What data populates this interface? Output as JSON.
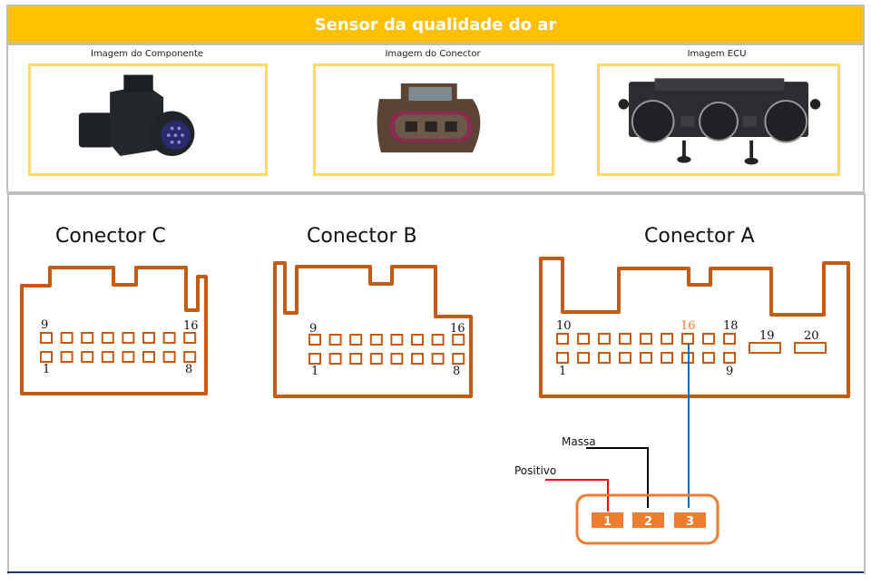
{
  "title": "Sensor da qualidade do ar",
  "images": [
    {
      "label": "Imagem do Componente",
      "icon": "air-quality-sensor-photo"
    },
    {
      "label": "Imagem do Conector",
      "icon": "connector-photo"
    },
    {
      "label": "Imagem ECU",
      "icon": "ecu-climate-control-photo"
    }
  ],
  "connectors": {
    "C": {
      "title": "Conector C",
      "top_left": "9",
      "top_right": "16",
      "bottom_left": "1",
      "bottom_right": "8"
    },
    "B": {
      "title": "Conector B",
      "top_left": "9",
      "top_right": "16",
      "bottom_left": "1",
      "bottom_right": "8"
    },
    "A": {
      "title": "Conector A",
      "top_left": "10",
      "highlight": "16",
      "top_right": "18",
      "bottom_left": "1",
      "bottom_right": "9",
      "extra1": "19",
      "extra2": "20"
    }
  },
  "sensor": {
    "pins": [
      "1",
      "2",
      "3"
    ],
    "wires": [
      {
        "label": "Positivo",
        "pin": "1",
        "color": "#ff0000"
      },
      {
        "label": "Massa",
        "pin": "2",
        "color": "#000000"
      },
      {
        "label": "",
        "pin": "3",
        "color": "#0070c0",
        "connects_to": "Conector A pin 16"
      }
    ]
  },
  "colors": {
    "banner": "#ffc000",
    "image_frame": "#ffd966",
    "connector_outline": "#c55a11",
    "sensor_pin": "#ed7d31"
  }
}
